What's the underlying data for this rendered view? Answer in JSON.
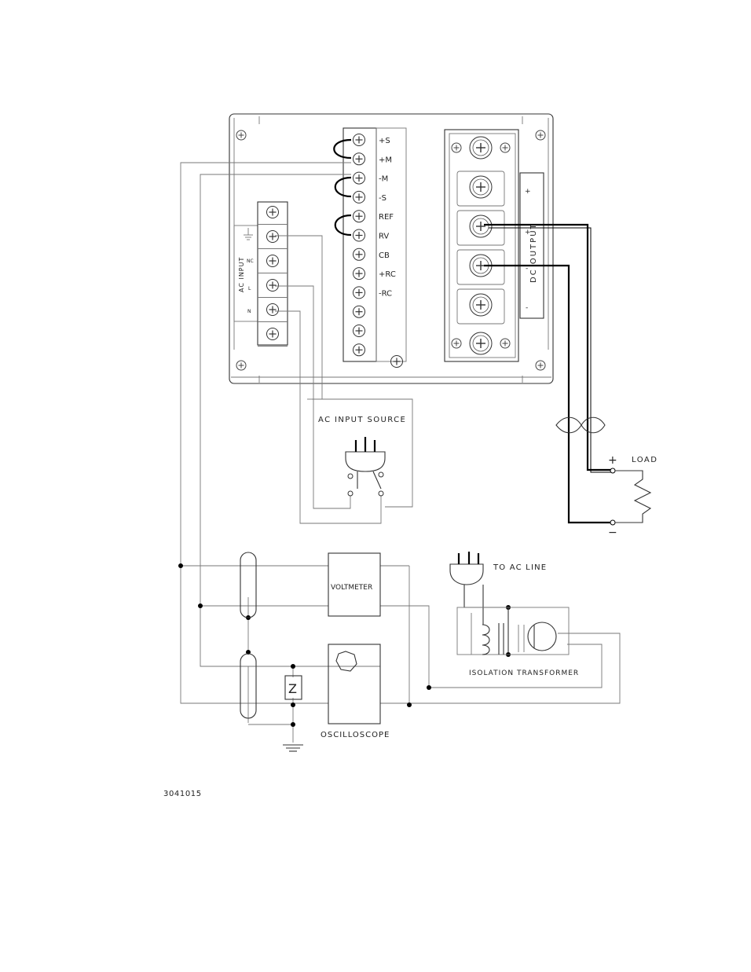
{
  "signal_terminals": [
    "+S",
    "+M",
    "-M",
    "-S",
    "REF",
    "RV",
    "CB",
    "+RC",
    "-RC"
  ],
  "ac_input": {
    "label": "AC INPUT",
    "terminals": [
      "NC",
      "L",
      "N"
    ]
  },
  "dc_output": {
    "label": "DC OUTPUT",
    "marks": [
      "+",
      "+",
      "-",
      "-"
    ]
  },
  "ac_input_source": {
    "label": "AC INPUT SOURCE"
  },
  "load": {
    "label": "LOAD",
    "plus": "+",
    "minus": "−"
  },
  "voltmeter": {
    "label": "VOLTMETER"
  },
  "oscilloscope": {
    "label": "OSCILLOSCOPE"
  },
  "isolation_transformer": {
    "label": "ISOLATION TRANSFORMER"
  },
  "to_ac_line": {
    "label": "TO AC LINE"
  },
  "zener": {
    "label": "Z"
  },
  "figure_number": "3041015"
}
